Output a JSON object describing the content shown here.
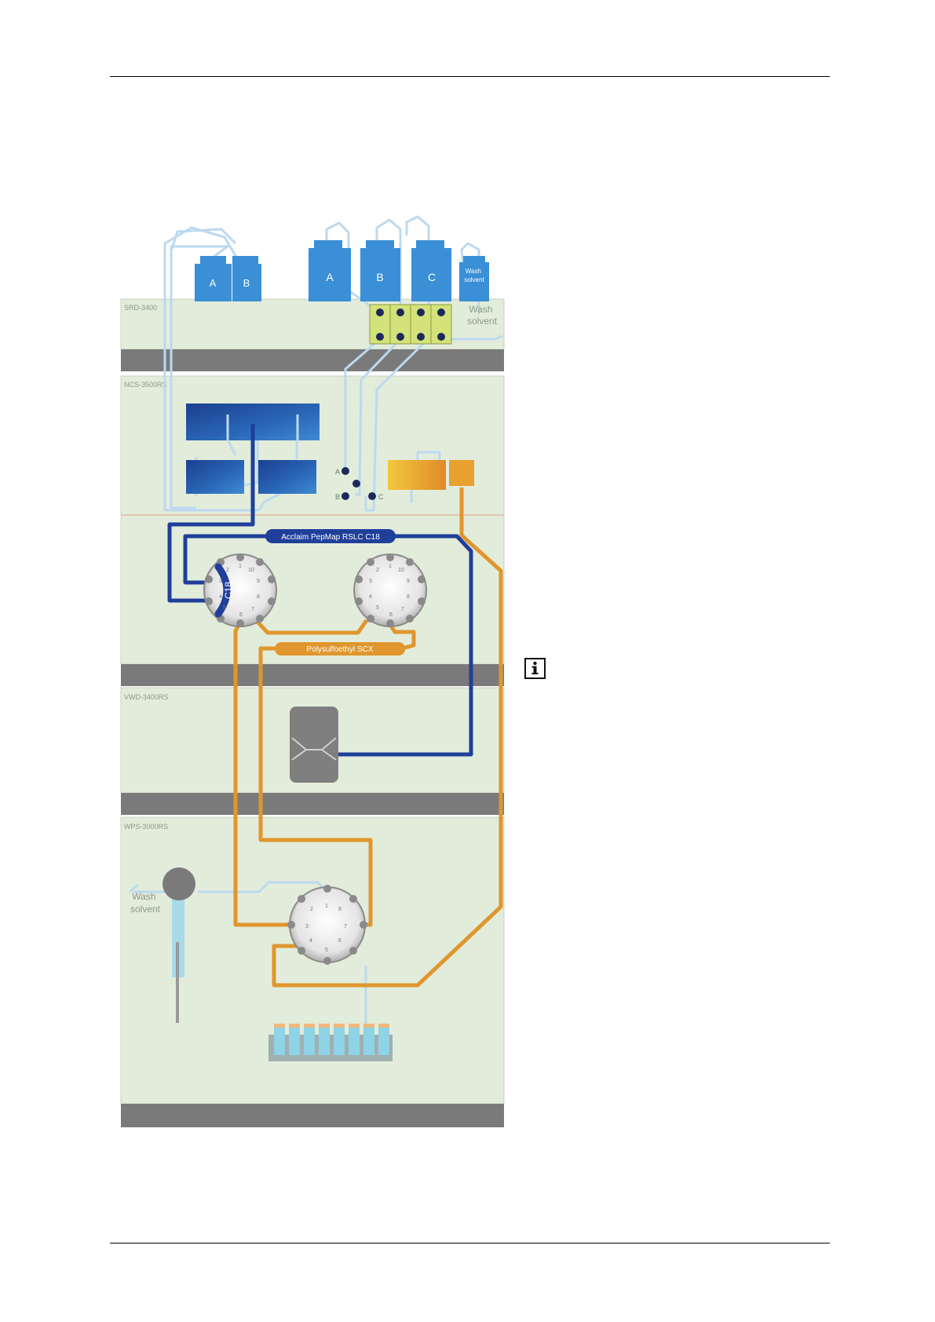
{
  "colors": {
    "module_bg": "#e2ecda",
    "module_bar": "#7a7a7a",
    "solvent_line": "#bcd9ef",
    "column_blue": "#1f3f9a",
    "scx_orange": "#e0962d",
    "bottle_blue": "#3a8fd6",
    "valve_green": "#d4e27a"
  },
  "modules": {
    "srd": "SRD-3400",
    "ncs": "NCS-3500RS",
    "vwd": "VWD-3400RS",
    "wps": "WPS-3000RS"
  },
  "bottles": {
    "pump1_a": "A",
    "pump1_b": "B",
    "pump2_a": "A",
    "pump2_b": "B",
    "pump2_c": "C",
    "wash_bottle": "Wash solvent"
  },
  "srd_wash_label": "Wash solvent",
  "wps_wash_label": "Wash solvent",
  "ports": {
    "a": "A",
    "b": "B",
    "c": "C"
  },
  "columns": {
    "c18_label": "Acclaim PepMap RSLC C18",
    "scx_label": "Polysulfoethyl SCX",
    "trap_label": "C18"
  },
  "valve_ports_10": [
    "1",
    "10",
    "9",
    "8",
    "7",
    "6",
    "5",
    "4",
    "3",
    "2"
  ],
  "valve_ports_8": [
    "1",
    "8",
    "7",
    "6",
    "5",
    "4",
    "3",
    "2"
  ],
  "icons": {
    "info": "info-icon"
  }
}
